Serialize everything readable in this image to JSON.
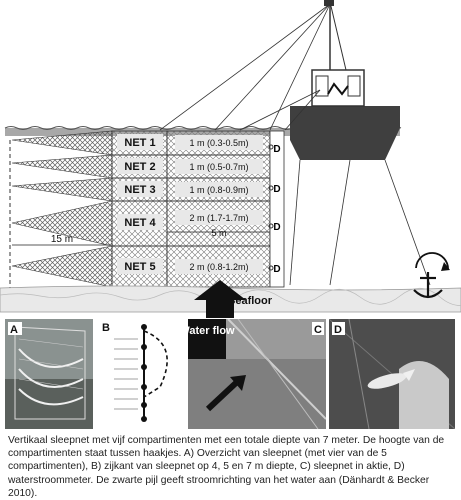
{
  "nets": [
    {
      "label": "NET 1",
      "depth": "1 m (0.3-0.5m)"
    },
    {
      "label": "NET 2",
      "depth": "1 m (0.5-0.7m)"
    },
    {
      "label": "NET 3",
      "depth": "1 m (0.8-0.9m)"
    },
    {
      "label": "NET 4",
      "depth": "2 m (1.7-1.7m)"
    },
    {
      "label": "NET 5",
      "depth": "2 m (0.8-1.2m)"
    }
  ],
  "meter_labels": [
    "D",
    "D",
    "D",
    "D"
  ],
  "length_label": "15 m",
  "mid_label": "5 m",
  "seafloor_label": "Seafloor",
  "water_flow_label": "Water flow",
  "panel_letters": {
    "a": "A",
    "b": "B",
    "c": "C",
    "d": "D"
  },
  "caption": "Vertikaal sleepnet met vijf compartimenten met een totale diepte van 7 meter. De hoogte van de compartimenten staat tussen haakjes. A) Overzicht van sleepnet (met vier van de 5 compartimenten), B) zijkant van sleepnet op 4, 5 en 7 m diepte, C) sleepnet in aktie, D) waterstroommeter. De zwarte pijl geeft stroomrichting van het water aan (Dänhardt & Becker 2010).",
  "colors": {
    "sea": "#bcbcbc",
    "net_mesh": "#6a6a6a",
    "boat": "#4a4a4a",
    "ground": "#e6e6e6",
    "arrow": "#111111"
  }
}
